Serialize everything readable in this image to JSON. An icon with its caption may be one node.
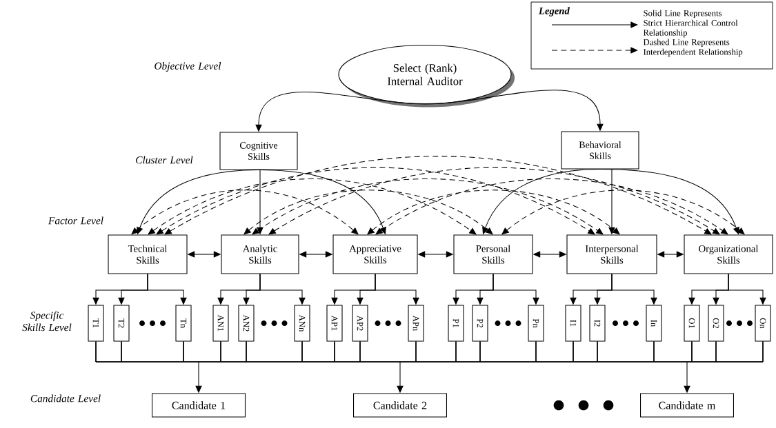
{
  "diagram": {
    "nodes": [
      {
        "text": [
          "Select (Rank) Internal Auditor"
        ]
      },
      {
        "text": [
          "Cognitive Skills"
        ]
      },
      {
        "text": [
          "Behavioral Skills"
        ]
      },
      {
        "text": [
          "Technical Skills"
        ]
      },
      {
        "text": [
          "Analytic Skills"
        ]
      },
      {
        "text": [
          "Appreciative Skills"
        ]
      },
      {
        "text": [
          "Personal Skills"
        ]
      },
      {
        "text": [
          "Interpersonal Skills"
        ]
      },
      {
        "text": [
          "Organizational Skills"
        ]
      },
      {
        "text": [
          "T1"
        ]
      },
      {
        "text": [
          "T2"
        ]
      },
      {
        "text": [
          "Tn"
        ]
      },
      {
        "text": [
          "AN1"
        ]
      },
      {
        "text": [
          "AN2"
        ]
      },
      {
        "text": [
          "ANn"
        ]
      },
      {
        "text": [
          "AP1"
        ]
      },
      {
        "text": [
          "AP2"
        ]
      },
      {
        "text": [
          "APn"
        ]
      },
      {
        "text": [
          "P1"
        ]
      },
      {
        "text": [
          "P2"
        ]
      },
      {
        "text": [
          "Pn"
        ]
      },
      {
        "text": [
          "I1"
        ]
      },
      {
        "text": [
          "I2"
        ]
      },
      {
        "text": [
          "In"
        ]
      },
      {
        "text": [
          "O1"
        ]
      },
      {
        "text": [
          "O2"
        ]
      },
      {
        "text": [
          "On"
        ]
      },
      {
        "text": [
          "Candidate 1"
        ]
      },
      {
        "text": [
          "Candidate 2"
        ]
      },
      {
        "text": [
          "Candidate m"
        ]
      }
    ],
    "edges": [
      {
        "from": 0,
        "to": 1,
        "arrow": "to"
      },
      {
        "from": 0,
        "to": 2,
        "arrow": "to"
      },
      {
        "from": 1,
        "to": 3,
        "arrow": "to"
      },
      {
        "from": 1,
        "to": 4,
        "arrow": "to"
      },
      {
        "from": 1,
        "to": 5,
        "arrow": "to"
      },
      {
        "from": 2,
        "to": 6,
        "arrow": "to"
      },
      {
        "from": 2,
        "to": 7,
        "arrow": "to"
      },
      {
        "from": 2,
        "to": 8,
        "arrow": "to"
      },
      {
        "from": 3,
        "to": 4,
        "arrow": "both"
      },
      {
        "from": 4,
        "to": 5,
        "arrow": "both"
      },
      {
        "from": 5,
        "to": 6,
        "arrow": "both"
      },
      {
        "from": 6,
        "to": 7,
        "arrow": "both"
      },
      {
        "from": 7,
        "to": 8,
        "arrow": "both"
      },
      {
        "from": 3,
        "to": 5,
        "arrow": "both",
        "style": "dashed"
      },
      {
        "from": 3,
        "to": 6,
        "arrow": "both",
        "style": "dashed"
      },
      {
        "from": 3,
        "to": 7,
        "arrow": "both",
        "style": "dashed"
      },
      {
        "from": 3,
        "to": 8,
        "arrow": "both",
        "style": "dashed"
      },
      {
        "from": 4,
        "to": 6,
        "arrow": "both",
        "style": "dashed"
      },
      {
        "from": 4,
        "to": 7,
        "arrow": "both",
        "style": "dashed"
      },
      {
        "from": 4,
        "to": 8,
        "arrow": "both",
        "style": "dashed"
      },
      {
        "from": 5,
        "to": 7,
        "arrow": "both",
        "style": "dashed"
      },
      {
        "from": 5,
        "to": 8,
        "arrow": "both",
        "style": "dashed"
      },
      {
        "from": 6,
        "to": 8,
        "arrow": "both",
        "style": "dashed"
      },
      {
        "from": 3,
        "to": 9,
        "arrow": "to"
      },
      {
        "from": 3,
        "to": 10,
        "arrow": "to"
      },
      {
        "from": 3,
        "to": 11,
        "arrow": "to"
      },
      {
        "from": 4,
        "to": 12,
        "arrow": "to"
      },
      {
        "from": 4,
        "to": 13,
        "arrow": "to"
      },
      {
        "from": 4,
        "to": 14,
        "arrow": "to"
      },
      {
        "from": 5,
        "to": 15,
        "arrow": "to"
      },
      {
        "from": 5,
        "to": 16,
        "arrow": "to"
      },
      {
        "from": 5,
        "to": 17,
        "arrow": "to"
      },
      {
        "from": 6,
        "to": 18,
        "arrow": "to"
      },
      {
        "from": 6,
        "to": 19,
        "arrow": "to"
      },
      {
        "from": 6,
        "to": 20,
        "arrow": "to"
      },
      {
        "from": 7,
        "to": 21,
        "arrow": "to"
      },
      {
        "from": 7,
        "to": 22,
        "arrow": "to"
      },
      {
        "from": 7,
        "to": 23,
        "arrow": "to"
      },
      {
        "from": 8,
        "to": 24,
        "arrow": "to"
      },
      {
        "from": 8,
        "to": 25,
        "arrow": "to"
      },
      {
        "from": 8,
        "to": 26,
        "arrow": "to"
      },
      {
        "from": 9,
        "to": 27,
        "arrow": "to"
      },
      {
        "from": 9,
        "to": 28,
        "arrow": "to"
      },
      {
        "from": 9,
        "to": 29,
        "arrow": "to"
      },
      {
        "from": 10,
        "to": 27,
        "arrow": "to"
      },
      {
        "from": 10,
        "to": 28,
        "arrow": "to"
      },
      {
        "from": 10,
        "to": 29,
        "arrow": "to"
      },
      {
        "from": 11,
        "to": 27,
        "arrow": "to"
      },
      {
        "from": 11,
        "to": 28,
        "arrow": "to"
      },
      {
        "from": 11,
        "to": 29,
        "arrow": "to"
      },
      {
        "from": 12,
        "to": 27,
        "arrow": "to"
      },
      {
        "from": 12,
        "to": 28,
        "arrow": "to"
      },
      {
        "from": 12,
        "to": 29,
        "arrow": "to"
      },
      {
        "from": 13,
        "to": 27,
        "arrow": "to"
      },
      {
        "from": 13,
        "to": 28,
        "arrow": "to"
      },
      {
        "from": 13,
        "to": 29,
        "arrow": "to"
      },
      {
        "from": 14,
        "to": 27,
        "arrow": "to"
      },
      {
        "from": 14,
        "to": 28,
        "arrow": "to"
      },
      {
        "from": 14,
        "to": 29,
        "arrow": "to"
      },
      {
        "from": 15,
        "to": 27,
        "arrow": "to"
      },
      {
        "from": 15,
        "to": 28,
        "arrow": "to"
      },
      {
        "from": 15,
        "to": 29,
        "arrow": "to"
      },
      {
        "from": 16,
        "to": 27,
        "arrow": "to"
      },
      {
        "from": 16,
        "to": 28,
        "arrow": "to"
      },
      {
        "from": 16,
        "to": 29,
        "arrow": "to"
      },
      {
        "from": 17,
        "to": 27,
        "arrow": "to"
      },
      {
        "from": 17,
        "to": 28,
        "arrow": "to"
      },
      {
        "from": 17,
        "to": 29,
        "arrow": "to"
      },
      {
        "from": 18,
        "to": 27,
        "arrow": "to"
      },
      {
        "from": 18,
        "to": 28,
        "arrow": "to"
      },
      {
        "from": 18,
        "to": 29,
        "arrow": "to"
      },
      {
        "from": 19,
        "to": 27,
        "arrow": "to"
      },
      {
        "from": 19,
        "to": 28,
        "arrow": "to"
      },
      {
        "from": 19,
        "to": 29,
        "arrow": "to"
      },
      {
        "from": 20,
        "to": 27,
        "arrow": "to"
      },
      {
        "from": 20,
        "to": 28,
        "arrow": "to"
      },
      {
        "from": 20,
        "to": 29,
        "arrow": "to"
      },
      {
        "from": 21,
        "to": 27,
        "arrow": "to"
      },
      {
        "from": 21,
        "to": 28,
        "arrow": "to"
      },
      {
        "from": 21,
        "to": 29,
        "arrow": "to"
      },
      {
        "from": 22,
        "to": 27,
        "arrow": "to"
      },
      {
        "from": 22,
        "to": 28,
        "arrow": "to"
      },
      {
        "from": 22,
        "to": 29,
        "arrow": "to"
      },
      {
        "from": 23,
        "to": 27,
        "arrow": "to"
      },
      {
        "from": 23,
        "to": 28,
        "arrow": "to"
      },
      {
        "from": 23,
        "to": 29,
        "arrow": "to"
      },
      {
        "from": 24,
        "to": 27,
        "arrow": "to"
      },
      {
        "from": 24,
        "to": 28,
        "arrow": "to"
      },
      {
        "from": 24,
        "to": 29,
        "arrow": "to"
      },
      {
        "from": 25,
        "to": 27,
        "arrow": "to"
      },
      {
        "from": 25,
        "to": 28,
        "arrow": "to"
      },
      {
        "from": 25,
        "to": 29,
        "arrow": "to"
      },
      {
        "from": 26,
        "to": 27,
        "arrow": "to"
      },
      {
        "from": 26,
        "to": 28,
        "arrow": "to"
      },
      {
        "from": 26,
        "to": 29,
        "arrow": "to"
      }
    ],
    "labels": [
      "Legend",
      "Objective Level",
      "Cluster Level",
      "Factor Level",
      "Specific Skills Level",
      "Candidate Level"
    ],
    "legend": [
      {
        "text": "Solid Line Represents Strict Hierarchical Control Relationship"
      },
      {
        "text": "Dashed Line Represents Interdependent Relationship"
      }
    ]
  }
}
